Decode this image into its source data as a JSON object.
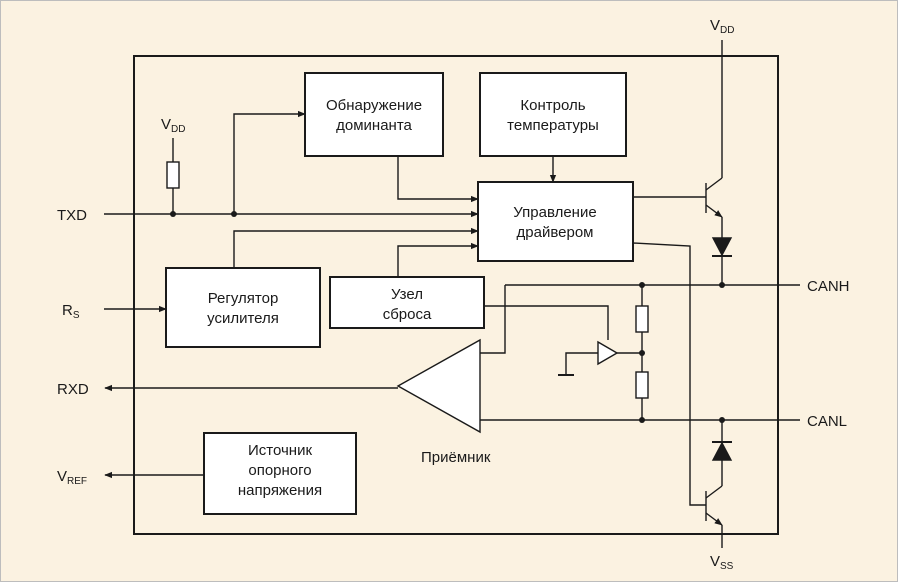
{
  "colors": {
    "background": "#fbf2e1",
    "box_fill": "#ffffff",
    "line": "#1a1a1a",
    "page_border": "#bdbdbd"
  },
  "blocks": {
    "dominant_detect": [
      "Обнаружение",
      "доминанта"
    ],
    "temp_control": [
      "Контроль",
      "температуры"
    ],
    "driver_control": [
      "Управление",
      "драйвером"
    ],
    "amp_regulator": [
      "Регулятор",
      "усилителя"
    ],
    "reset_node": [
      "Узел",
      "сброса"
    ],
    "ref_source": [
      "Источник",
      "опорного",
      "напряжения"
    ]
  },
  "receiver_label": "Приёмник",
  "pins": {
    "txd": "TXD",
    "rs": {
      "main": "R",
      "sub": "S"
    },
    "rxd": "RXD",
    "vref": {
      "main": "V",
      "sub": "REF"
    },
    "canh": "CANH",
    "canl": "CANL",
    "vdd_top": {
      "main": "V",
      "sub": "DD"
    },
    "vdd_pullup": {
      "main": "V",
      "sub": "DD"
    },
    "vss": {
      "main": "V",
      "sub": "SS"
    }
  }
}
